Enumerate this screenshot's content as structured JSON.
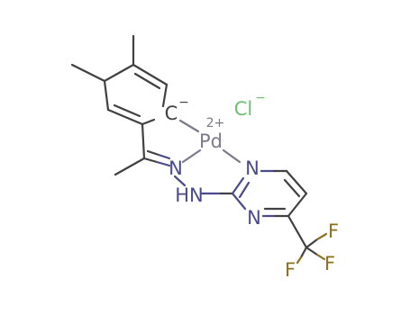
{
  "atoms": {
    "carbanion": {
      "symbol": "C",
      "charge": "−"
    },
    "palladium": {
      "symbol": "Pd",
      "charge": "2+"
    },
    "chloride": {
      "symbol": "Cl",
      "charge": "−"
    },
    "imine_n": {
      "symbol": "N"
    },
    "amine_nh": {
      "symbol": "HN"
    },
    "pyrimidine_n1": {
      "symbol": "N"
    },
    "pyrimidine_n3": {
      "symbol": "N"
    },
    "fluorine_1": {
      "symbol": "F"
    },
    "fluorine_2": {
      "symbol": "F"
    },
    "fluorine_3": {
      "symbol": "F"
    }
  },
  "colors": {
    "carbon_bond": "#404040",
    "nitrogen": "#4a4a8c",
    "palladium": "#7a7a8a",
    "chlorine": "#6fbf73",
    "fluorine": "#8a7020"
  }
}
